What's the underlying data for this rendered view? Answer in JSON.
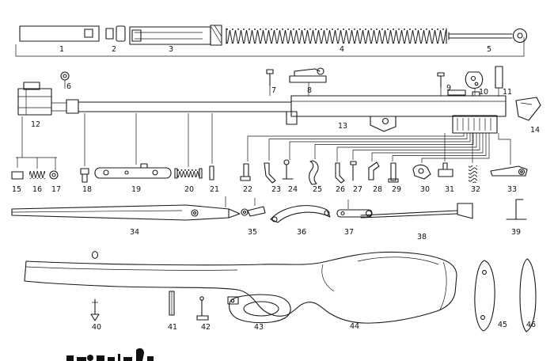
{
  "diagram": {
    "background": "#ffffff",
    "ink": "#1a1a1a",
    "part_numbers": [
      "1",
      "2",
      "3",
      "4",
      "5",
      "6",
      "7",
      "8",
      "9",
      "10",
      "11",
      "12",
      "13",
      "14",
      "15",
      "16",
      "17",
      "18",
      "19",
      "20",
      "21",
      "22",
      "23",
      "24",
      "25",
      "26",
      "27",
      "28",
      "29",
      "30",
      "31",
      "32",
      "33",
      "34",
      "35",
      "36",
      "37",
      "38",
      "39",
      "40",
      "41",
      "42",
      "43",
      "44",
      "45",
      "46"
    ]
  }
}
